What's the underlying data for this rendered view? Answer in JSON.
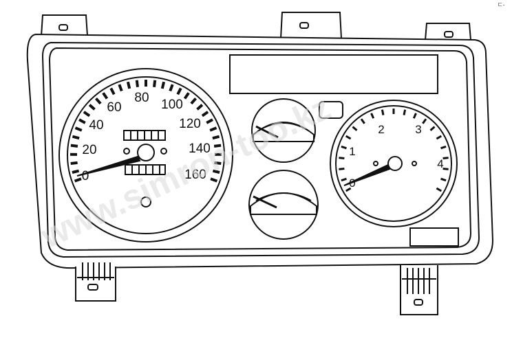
{
  "speedometer": {
    "labels": [
      "0",
      "20",
      "40",
      "60",
      "80",
      "100",
      "120",
      "140",
      "160"
    ],
    "needle_value": 0
  },
  "tachometer": {
    "labels": [
      "0",
      "1",
      "2",
      "3",
      "4"
    ],
    "needle_value": 0
  },
  "watermark": "www.simron-too.kz",
  "corner_mark": "ㄷ-",
  "colors": {
    "line": "#111111",
    "background": "#ffffff",
    "watermark": "#d9d9d9"
  }
}
